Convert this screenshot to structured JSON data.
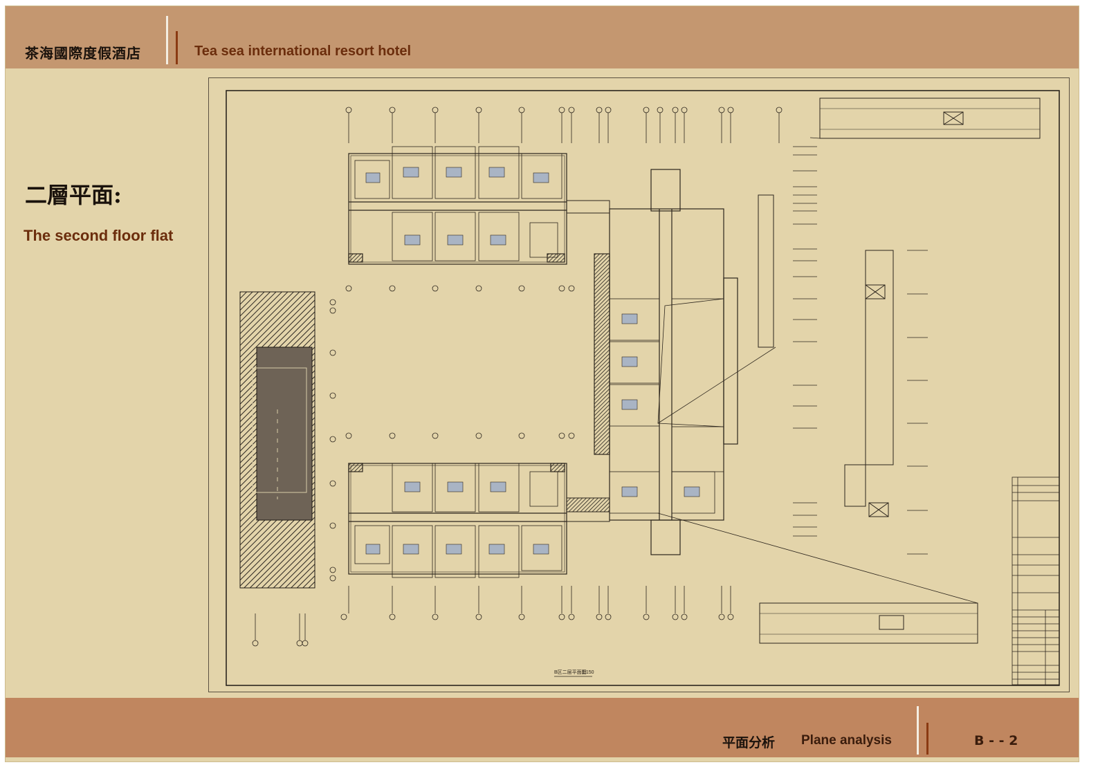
{
  "header": {
    "hotel_name_cn": "茶海國際度假酒店",
    "hotel_name_en": "Tea sea international resort hotel"
  },
  "section": {
    "title_cn": "二層平面:",
    "title_en": "The second floor flat"
  },
  "drawing": {
    "caption": "B区二层平面图",
    "scale": "1:150"
  },
  "footer": {
    "label_cn": "平面分析",
    "label_en": "Plane analysis",
    "page_code": "B - - 2"
  }
}
